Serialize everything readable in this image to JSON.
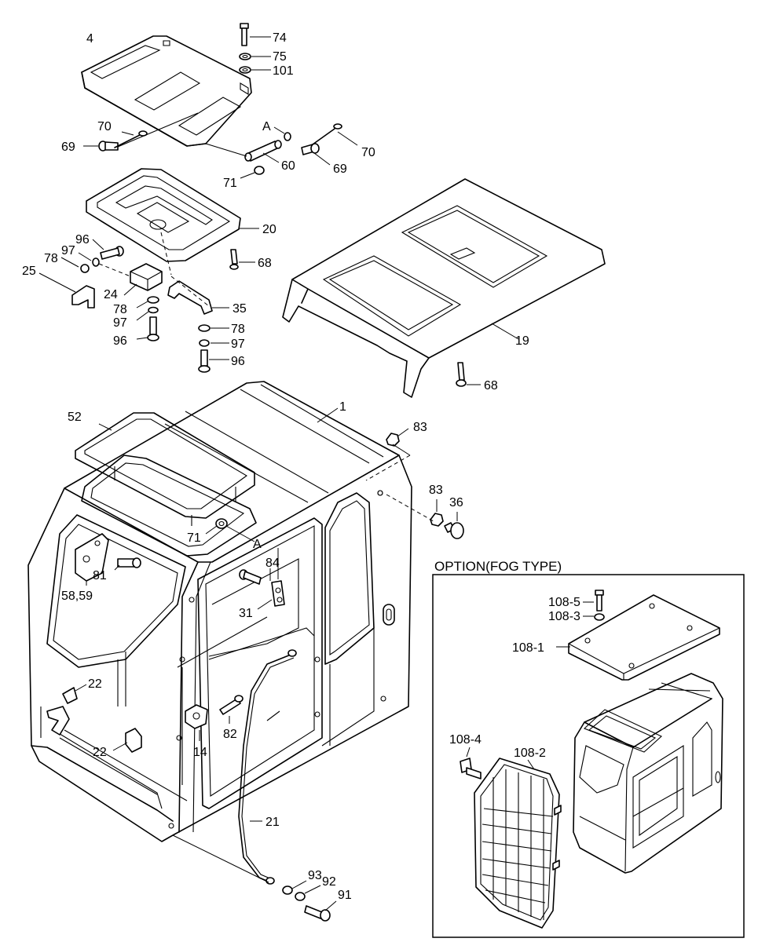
{
  "option": {
    "title": "OPTION(FOG TYPE)"
  },
  "labels": {
    "p4": "4",
    "p74": "74",
    "p75": "75",
    "p101": "101",
    "p70a": "70",
    "p69a": "69",
    "pA1": "A",
    "p70b": "70",
    "p69b": "69",
    "p60": "60",
    "p71a": "71",
    "p20": "20",
    "p96a": "96",
    "p97a": "97",
    "p78a": "78",
    "p25": "25",
    "p24": "24",
    "p78b": "78",
    "p97b": "97",
    "p96b": "96",
    "p35": "35",
    "p68a": "68",
    "p78c": "78",
    "p97c": "97",
    "p96c": "96",
    "p19": "19",
    "p68b": "68",
    "p52": "52",
    "p1": "1",
    "p83a": "83",
    "p83b": "83",
    "p36": "36",
    "p71b": "71",
    "pA2": "A",
    "p84": "84",
    "p81": "81",
    "p58": "58,59",
    "p31": "31",
    "p22a": "22",
    "p22b": "22",
    "p14": "14",
    "p82": "82",
    "p21": "21",
    "p93": "93",
    "p92": "92",
    "p91": "91",
    "p108_5": "108-5",
    "p108_3": "108-3",
    "p108_1": "108-1",
    "p108_4": "108-4",
    "p108_2": "108-2"
  }
}
